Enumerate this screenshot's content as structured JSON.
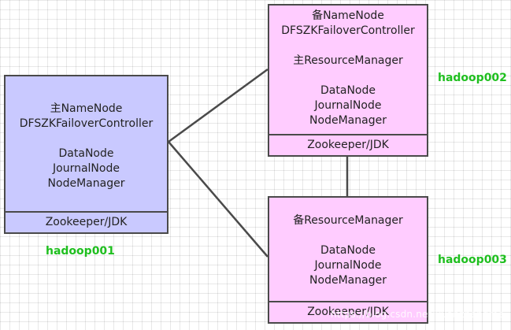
{
  "colors": {
    "node001_fill": "#c9c9ff",
    "node002_fill": "#ffccff",
    "node003_fill": "#ffccff",
    "border": "#4a4a4a",
    "host_label": "#1fbf1f"
  },
  "node001": {
    "host": "hadoop001",
    "lines": [
      "主NameNode",
      "DFSZKFailoverController",
      "",
      "DataNode",
      "JournalNode",
      "NodeManager"
    ],
    "footer": "Zookeeper/JDK"
  },
  "node002": {
    "host": "hadoop002",
    "lines": [
      "备NameNode",
      "DFSZKFailoverController",
      "",
      "主ResourceManager",
      "",
      "DataNode",
      "JournalNode",
      "NodeManager"
    ],
    "footer": "Zookeeper/JDK"
  },
  "node003": {
    "host": "hadoop003",
    "lines": [
      "备ResourceManager",
      "",
      "DataNode",
      "JournalNode",
      "NodeManager"
    ],
    "footer": "Zookeeper/JDK"
  },
  "watermark": "https://blog.csdn.net/yuanzhengme"
}
